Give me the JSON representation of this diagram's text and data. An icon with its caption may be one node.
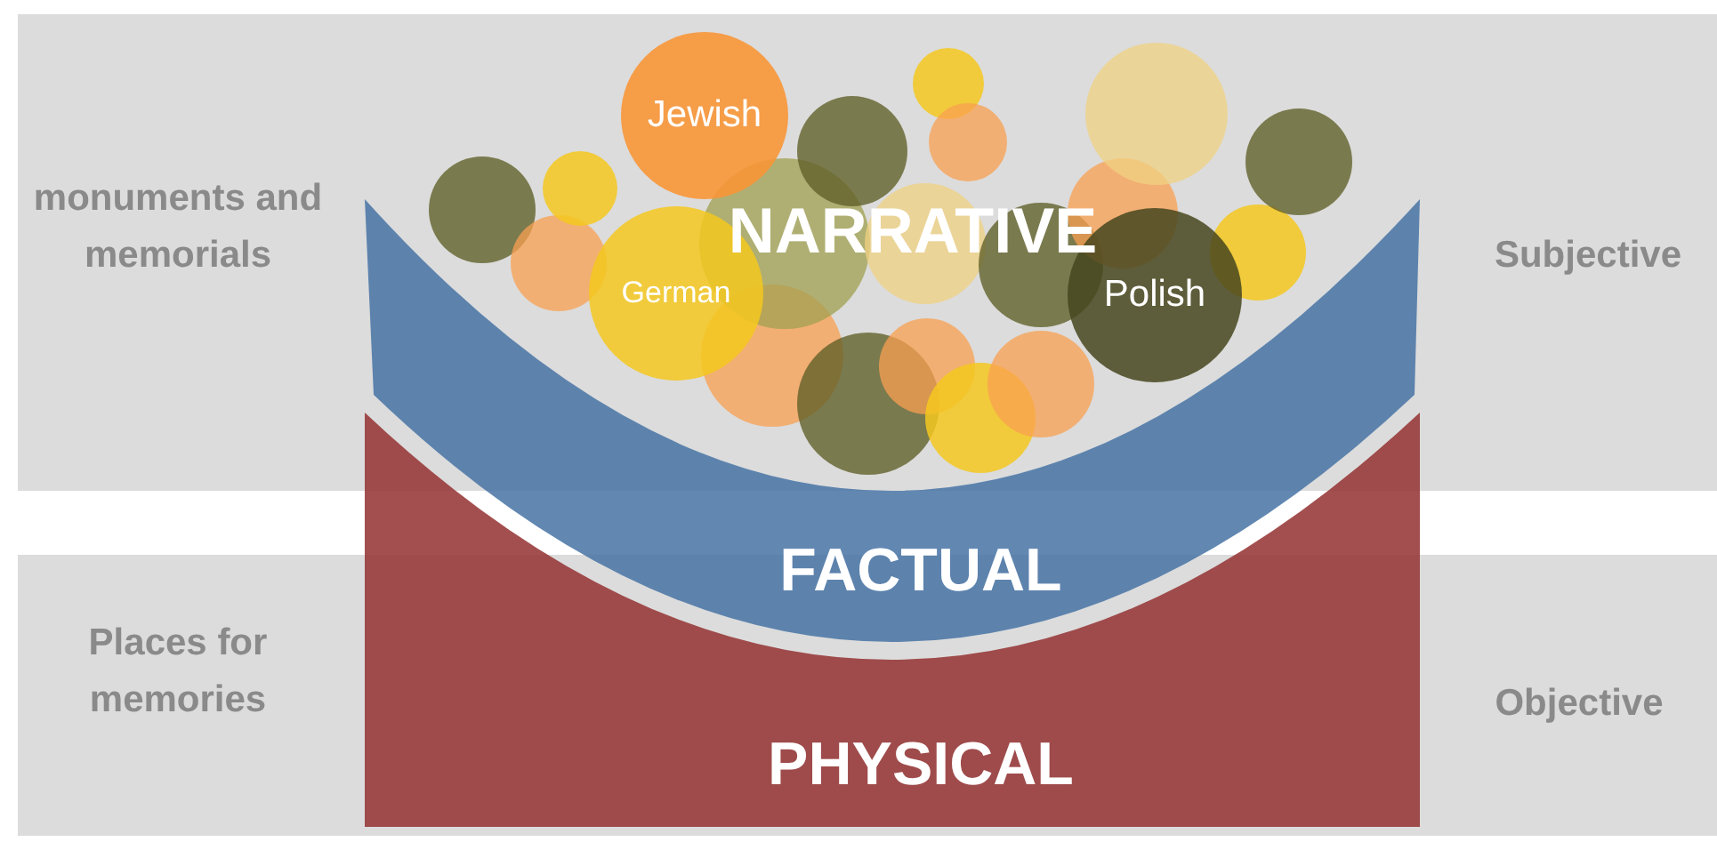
{
  "diagram": {
    "nodes": [
      {
        "text": [],
        "shape": "circle"
      },
      {
        "text": [],
        "shape": "circle"
      },
      {
        "text": [],
        "shape": "circle"
      },
      {
        "text": [
          "German"
        ]
      },
      {
        "text": [
          "Jewish"
        ]
      },
      {
        "text": [],
        "shape": "circle"
      },
      {
        "text": [],
        "shape": "circle"
      },
      {
        "text": [],
        "shape": "circle"
      },
      {
        "text": [],
        "shape": "circle"
      },
      {
        "text": [],
        "shape": "circle"
      },
      {
        "text": [],
        "shape": "circle"
      },
      {
        "text": [],
        "shape": "circle"
      },
      {
        "text": [],
        "shape": "circle"
      },
      {
        "text": [],
        "shape": "circle"
      },
      {
        "text": [],
        "shape": "circle"
      },
      {
        "text": [],
        "shape": "circle"
      },
      {
        "text": [],
        "shape": "circle"
      },
      {
        "text": [
          "Polish"
        ]
      },
      {
        "text": [],
        "shape": "circle"
      },
      {
        "text": [],
        "shape": "circle"
      },
      {
        "text": [],
        "shape": "circle"
      },
      {
        "text": [
          "FACTUAL"
        ]
      },
      {
        "text": [
          "PHYSICAL"
        ]
      }
    ],
    "labels": [
      "monuments and memorials",
      "NARRATIVE",
      "Subjective",
      "Places for memories",
      "Objective"
    ]
  }
}
